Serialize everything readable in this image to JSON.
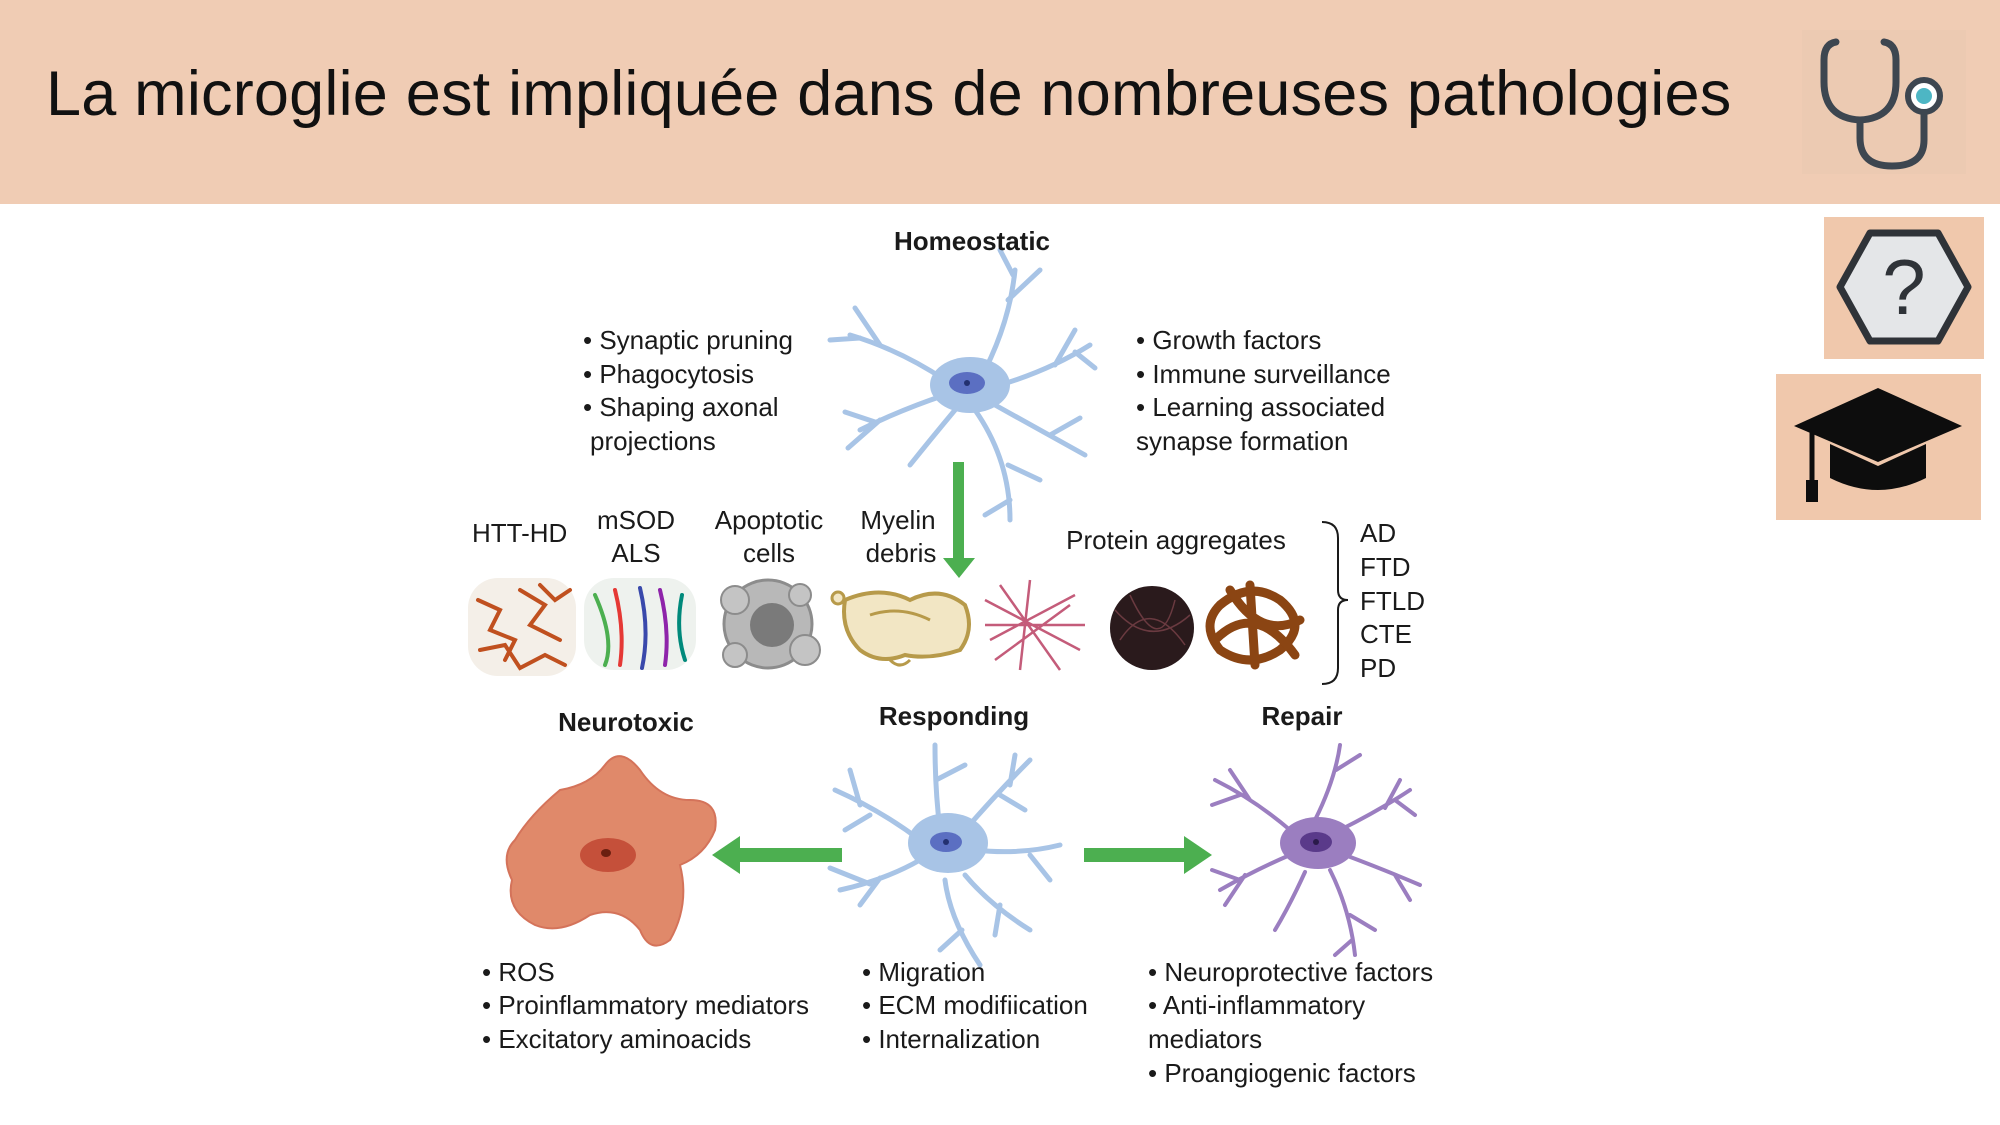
{
  "slide": {
    "title": "La microglie est impliquée dans de nombreuses pathologies"
  },
  "side_buttons": {
    "icons": [
      "stethoscope-icon",
      "question-hexagon-icon",
      "graduation-cap-icon"
    ],
    "help_glyph": "?"
  },
  "diagram": {
    "homeostatic": {
      "title": "Homeostatic",
      "left_items": [
        "• Synaptic pruning",
        "• Phagocytosis",
        "• Shaping axonal",
        "projections"
      ],
      "right_items": [
        "• Growth factors",
        "• Immune surveillance",
        "• Learning associated",
        "synapse formation"
      ]
    },
    "triggers": {
      "htt": "HTT-HD",
      "msod_1": "mSOD",
      "msod_2": "ALS",
      "apoptotic_1": "Apoptotic",
      "apoptotic_2": "cells",
      "myelin_1": "Myelin",
      "myelin_2": "debris",
      "protein": "Protein aggregates"
    },
    "diseases": [
      "AD",
      "FTD",
      "FTLD",
      "CTE",
      "PD"
    ],
    "neurotoxic": {
      "title": "Neurotoxic",
      "items": [
        "• ROS",
        "• Proinflammatory mediators",
        "• Excitatory aminoacids"
      ]
    },
    "responding": {
      "title": "Responding",
      "items": [
        "• Migration",
        "• ECM modifiication",
        "• Internalization"
      ]
    },
    "repair": {
      "title": "Repair",
      "items": [
        "• Neuroprotective factors",
        "• Anti-inflammatory",
        "mediators",
        "• Proangiogenic factors"
      ]
    }
  },
  "colors": {
    "header_bg": "#f0ccb4",
    "button_bg": "#f0c8ac",
    "arrow_green": "#4caf50",
    "homeostatic_cell": "#a8c4e6",
    "neurotoxic_cell": "#e0896a",
    "repair_cell": "#9b7ec0",
    "icon_dark": "#3d4650",
    "stethoscope_accent": "#4db6c4"
  }
}
